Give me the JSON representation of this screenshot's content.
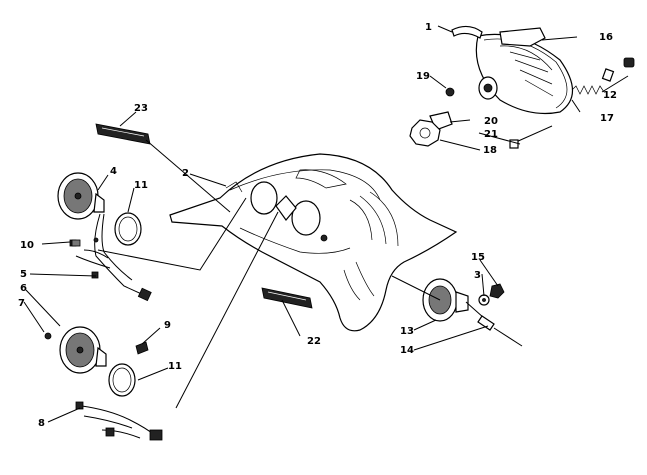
{
  "callouts": [
    {
      "id": "c1",
      "label": "1"
    },
    {
      "id": "c2",
      "label": "2"
    },
    {
      "id": "c3",
      "label": "3"
    },
    {
      "id": "c4",
      "label": "4"
    },
    {
      "id": "c5",
      "label": "5"
    },
    {
      "id": "c6",
      "label": "6"
    },
    {
      "id": "c7",
      "label": "7"
    },
    {
      "id": "c8",
      "label": "8"
    },
    {
      "id": "c9",
      "label": "9"
    },
    {
      "id": "c10",
      "label": "10"
    },
    {
      "id": "c11a",
      "label": "11"
    },
    {
      "id": "c11b",
      "label": "11"
    },
    {
      "id": "c12",
      "label": "12"
    },
    {
      "id": "c13",
      "label": "13"
    },
    {
      "id": "c14",
      "label": "14"
    },
    {
      "id": "c15",
      "label": "15"
    },
    {
      "id": "c16",
      "label": "16"
    },
    {
      "id": "c17",
      "label": "17"
    },
    {
      "id": "c18",
      "label": "18"
    },
    {
      "id": "c19",
      "label": "19"
    },
    {
      "id": "c20",
      "label": "20"
    },
    {
      "id": "c21",
      "label": "21"
    },
    {
      "id": "c22",
      "label": "22"
    },
    {
      "id": "c23",
      "label": "23"
    }
  ]
}
